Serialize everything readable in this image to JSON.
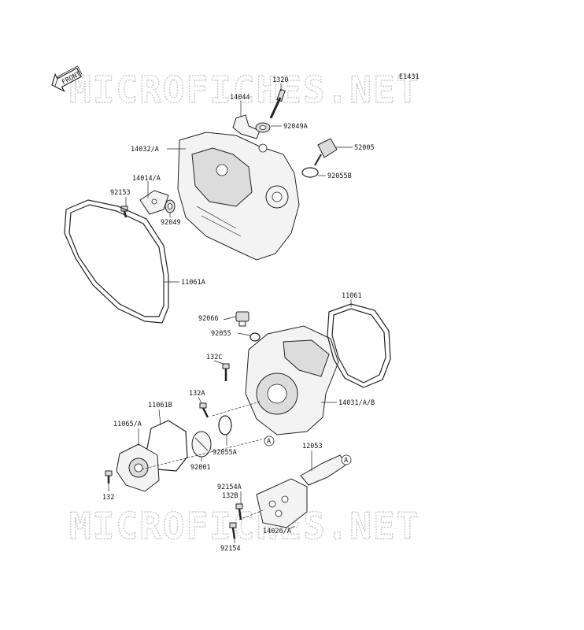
{
  "diagram": {
    "code": "E1431",
    "front_label": "FRONT",
    "watermark": "MICROFICHES.NET"
  },
  "labels": {
    "p1320": "1320",
    "p14044": "14044",
    "p92049A": "92049A",
    "p14032A": "14032/A",
    "p52005": "52005",
    "p14014A": "14014/A",
    "p92055B": "92055B",
    "p92153": "92153",
    "p92049": "92049",
    "p11061A": "11061A",
    "p11061": "11061",
    "p92066": "92066",
    "p92055": "92055",
    "p132C": "132C",
    "p132A": "132A",
    "p14031": "14031/A/B",
    "p11061B": "11061B",
    "p11065A": "11065/A",
    "p92055A": "92055A",
    "p92001": "92001",
    "p12053": "12053",
    "p132": "132",
    "p92154A": "92154A",
    "p132B": "132B",
    "p14026A": "14026/A",
    "p92154": "92154",
    "refA1": "A",
    "refA2": "A"
  }
}
